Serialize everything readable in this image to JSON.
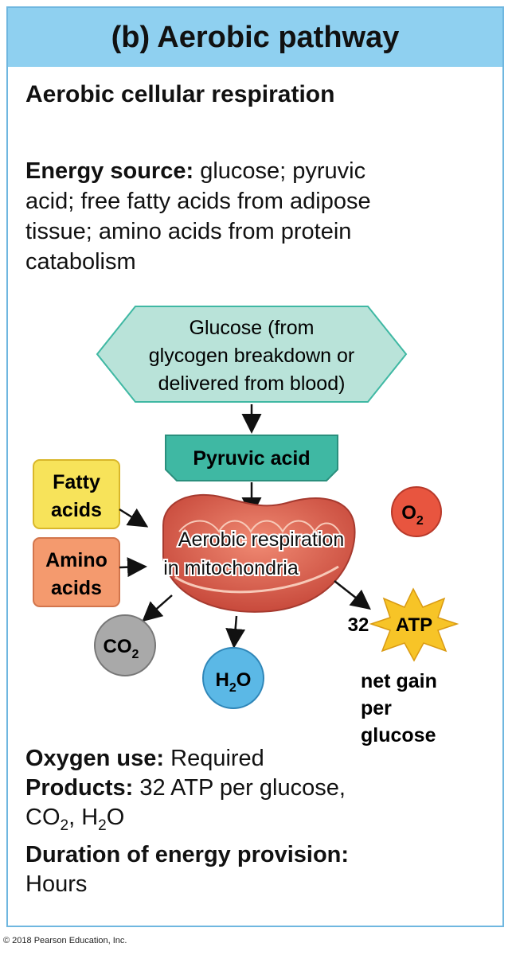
{
  "header": {
    "title": "(b) Aerobic pathway"
  },
  "subtitle": "Aerobic cellular respiration",
  "energy_source": {
    "label": "Energy source:",
    "line1": " glucose; pyruvic",
    "line2": "acid; free fatty acids from adipose",
    "line3": "tissue; amino acids from protein",
    "line4": "catabolism"
  },
  "diagram": {
    "glucose": {
      "line1": "Glucose (from",
      "line2": "glycogen breakdown or",
      "line3": "delivered from blood)"
    },
    "pyruvic_acid": "Pyruvic acid",
    "fatty_acids": {
      "line1": "Fatty",
      "line2": "acids"
    },
    "amino_acids": {
      "line1": "Amino",
      "line2": "acids"
    },
    "mitochondria": {
      "line1": "Aerobic respiration",
      "line2": "in mitochondria"
    },
    "oxygen": {
      "base": "O",
      "sub": "2"
    },
    "co2": {
      "base": "CO",
      "sub": "2"
    },
    "h2o": {
      "base": "H",
      "sub": "2",
      "tail": "O"
    },
    "atp": {
      "count": "32",
      "label": "ATP"
    },
    "net_gain": {
      "line1": "net gain",
      "line2": "per",
      "line3": "glucose"
    },
    "colors": {
      "glucose_fill": "#b9e3d9",
      "pyruvic_fill": "#3fb8a3",
      "fatty_fill": "#f7e35a",
      "amino_fill": "#f49a6e",
      "mito_fill": "#d95f4f",
      "o2_fill": "#e8553f",
      "co2_fill": "#a9a9a9",
      "h2o_fill": "#5bb8e6",
      "atp_fill": "#f7c427"
    }
  },
  "oxygen_use": {
    "label": "Oxygen use:",
    "value": " Required"
  },
  "products": {
    "label": "Products:",
    "value": " 32 ATP per glucose,",
    "co2_base": "CO",
    "co2_sub": "2",
    "sep": ", ",
    "h2o_base": "H",
    "h2o_sub": "2",
    "h2o_tail": "O"
  },
  "duration": {
    "label": "Duration of energy provision:",
    "value": "Hours"
  },
  "copyright": "© 2018 Pearson Education, Inc."
}
